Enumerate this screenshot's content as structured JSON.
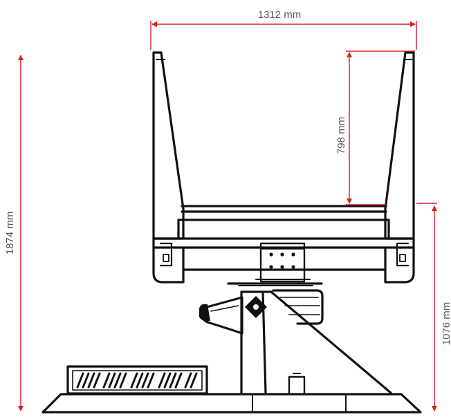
{
  "dimensions": {
    "width_label": "1312 mm",
    "total_height_label": "1874 mm",
    "frame_height_label": "798 mm",
    "base_height_label": "1076 mm"
  },
  "colors": {
    "dimension_line": "#d81f2a",
    "drawing_line": "#111111",
    "label_text": "#555555",
    "background": "#ffffff"
  }
}
